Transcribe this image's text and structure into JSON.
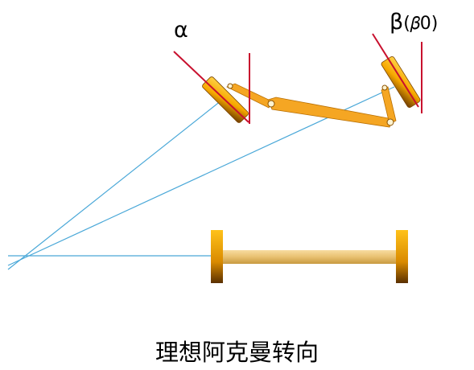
{
  "labels": {
    "alpha": "α",
    "beta": "β",
    "beta_sub": "(𝛽0)",
    "caption": "理想阿克曼转向"
  },
  "colors": {
    "wheel": "#f7a800",
    "wheel_dark": "#6b3a00",
    "tie_rod": "#f5a623",
    "axle": "#f0c878",
    "kingpin_line": "#c8102e",
    "projection_line": "#4aa8d8"
  }
}
